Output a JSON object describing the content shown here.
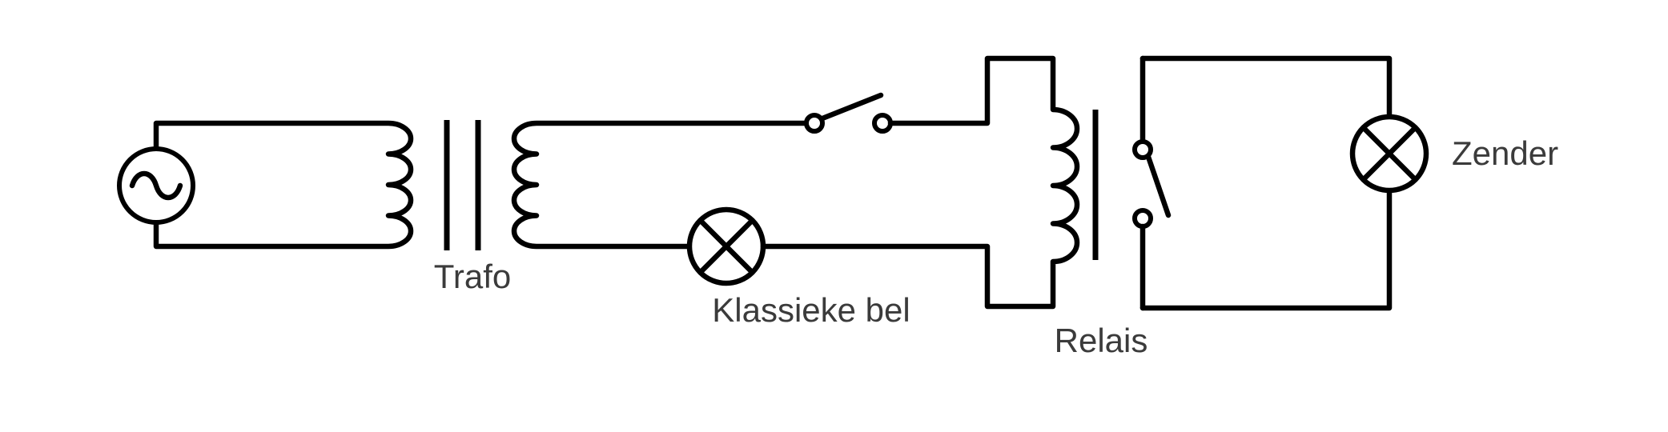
{
  "page": {
    "background_color": "#ffffff",
    "line_color": "#000000",
    "label_color": "#3b3b3b"
  },
  "diagram": {
    "type": "circuit-schematic",
    "labels": {
      "transformer": "Trafo",
      "bell": "Klassieke bel",
      "relay": "Relais",
      "transmitter": "Zender"
    },
    "components": [
      {
        "name": "ac-source",
        "symbol": "circle-with-sine-wave"
      },
      {
        "name": "transformer",
        "label": "Trafo",
        "symbol": "two-coils-with-double-core-bars"
      },
      {
        "name": "pushbutton-switch",
        "state": "open"
      },
      {
        "name": "bell-lamp",
        "label": "Klassieke bel",
        "symbol": "circle-with-cross"
      },
      {
        "name": "relay",
        "label": "Relais",
        "symbol": "coil-with-core-bar-and-contact",
        "contact_state": "open"
      },
      {
        "name": "transmitter-lamp",
        "label": "Zender",
        "symbol": "circle-with-cross"
      }
    ]
  }
}
